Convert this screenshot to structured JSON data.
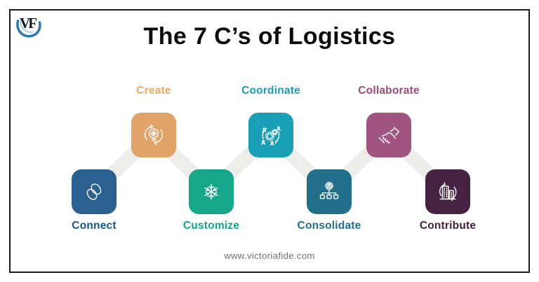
{
  "title": "The 7 C’s of Logistics",
  "logo": {
    "monogram": "VF"
  },
  "footer": {
    "website": "www.victoriafide.com"
  },
  "road": {
    "color": "#ededec",
    "dash_color": "#f6f2d3"
  },
  "items": [
    {
      "label": "Connect",
      "icon": "chain-links-icon",
      "color": "#2b6191",
      "label_color": "#15568e",
      "row": "bottom"
    },
    {
      "label": "Create",
      "icon": "lightbulb-gear-icon",
      "color": "#e2a368",
      "label_color": "#ecaa65",
      "row": "top"
    },
    {
      "label": "Customize",
      "icon": "snowflake-icon",
      "color": "#16a78b",
      "label_color": "#0ea78a",
      "row": "bottom"
    },
    {
      "label": "Coordinate",
      "icon": "gears-team-icon",
      "color": "#1aa0b6",
      "label_color": "#1e9eb4",
      "row": "top"
    },
    {
      "label": "Consolidate",
      "icon": "hierarchy-icon",
      "color": "#226f8b",
      "label_color": "#1f6f8d",
      "row": "bottom"
    },
    {
      "label": "Collaborate",
      "icon": "handshake-icon",
      "color": "#a25480",
      "label_color": "#9c4b79",
      "row": "top"
    },
    {
      "label": "Contribute",
      "icon": "city-cycle-icon",
      "color": "#462342",
      "label_color": "#44203f",
      "row": "bottom"
    }
  ]
}
